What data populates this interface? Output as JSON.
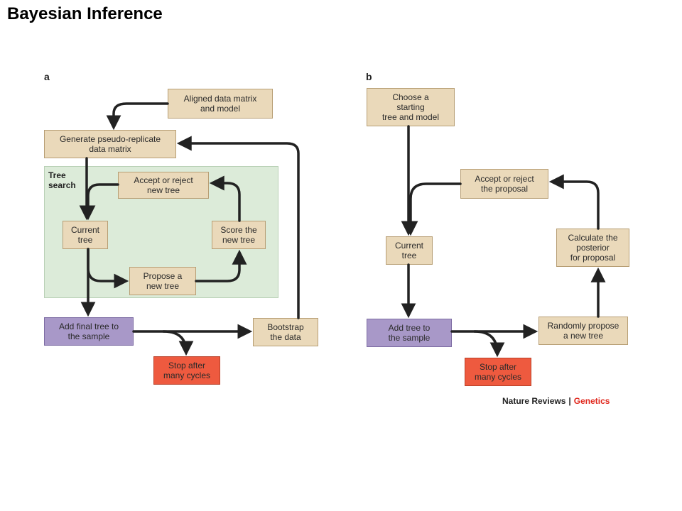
{
  "title": "Bayesian Inference",
  "panel_a": {
    "letter": "a",
    "tree_search_label": "Tree\nsearch",
    "aligned_data": "Aligned data matrix\nand model",
    "generate_pseudo": "Generate pseudo-replicate\ndata matrix",
    "accept_reject": "Accept or reject\nnew tree",
    "current_tree": "Current\ntree",
    "score_new_tree": "Score the\nnew tree",
    "propose_new_tree": "Propose a\nnew tree",
    "add_final_tree": "Add final tree to\nthe sample",
    "bootstrap": "Bootstrap\nthe data",
    "stop_cycles": "Stop after\nmany cycles"
  },
  "panel_b": {
    "letter": "b",
    "choose_starting": "Choose a\nstarting\ntree and model",
    "accept_reject": "Accept or reject\nthe proposal",
    "current_tree": "Current\ntree",
    "calculate_posterior": "Calculate the\nposterior\nfor proposal",
    "add_tree": "Add tree to\nthe sample",
    "randomly_propose": "Randomly propose\na new tree",
    "stop_cycles": "Stop after\nmany cycles"
  },
  "credit": {
    "journal": "Nature Reviews",
    "separator": "|",
    "section": "Genetics"
  },
  "colors": {
    "tan_box": "#ead9ba",
    "purple_box": "#a898c8",
    "red_box": "#ee5a3f",
    "tree_search_bg": "#dcebd9",
    "arrow": "#222222",
    "genetics_red": "#e0261b"
  }
}
